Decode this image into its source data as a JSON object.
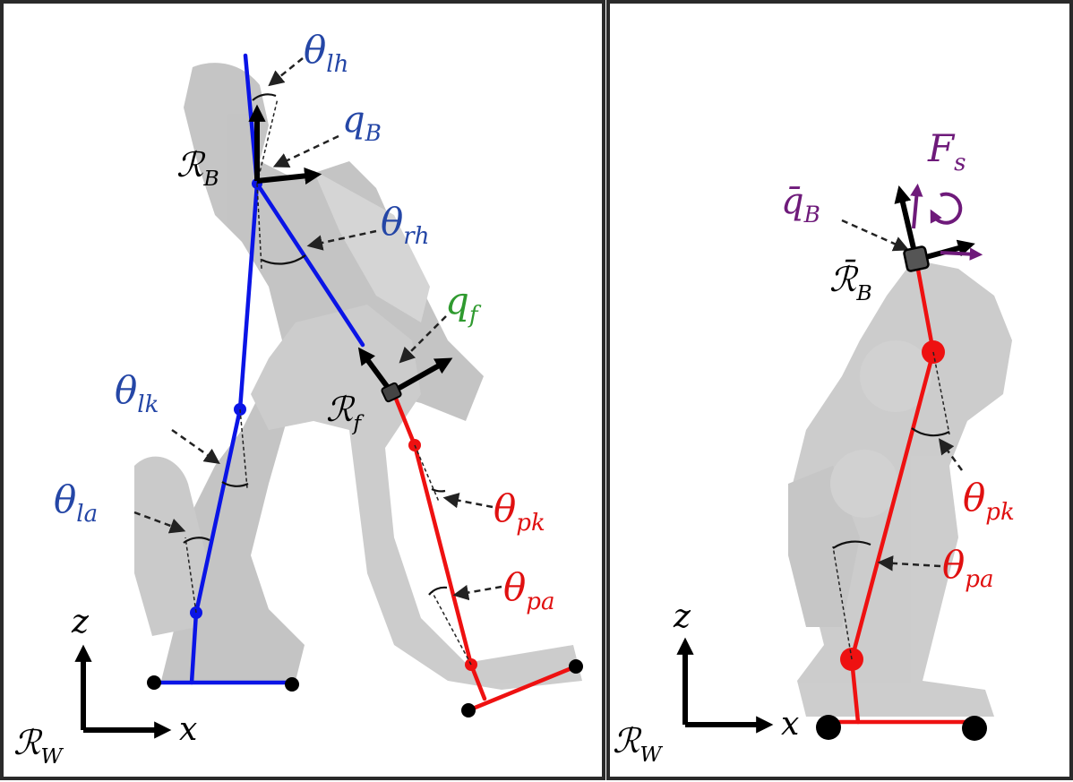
{
  "colors": {
    "human_leg": "#0a14e6",
    "prosthesis_leg": "#ee1111",
    "label_blue": "#2446a6",
    "label_red": "#e01010",
    "label_green": "#2f9a2f",
    "label_purple": "#6e1a7a",
    "frame_black": "#000000",
    "panel_border": "#2a2a2a"
  },
  "left_panel": {
    "labels": {
      "theta_lh": {
        "base": "θ",
        "sub": "lh"
      },
      "q_b": {
        "base": "q",
        "sub": "B"
      },
      "r_b": {
        "base": "ℛ",
        "sub": "B"
      },
      "theta_rh": {
        "base": "θ",
        "sub": "rh"
      },
      "q_f": {
        "base": "q",
        "sub": "f"
      },
      "r_f": {
        "base": "ℛ",
        "sub": "f"
      },
      "theta_lk": {
        "base": "θ",
        "sub": "lk"
      },
      "theta_la": {
        "base": "θ",
        "sub": "la"
      },
      "theta_pk": {
        "base": "θ",
        "sub": "pk"
      },
      "theta_pa": {
        "base": "θ",
        "sub": "pa"
      },
      "axis_z": "z",
      "axis_x": "x",
      "r_w": {
        "base": "ℛ",
        "sub": "W"
      }
    }
  },
  "right_panel": {
    "labels": {
      "f_s": {
        "base": "F",
        "sub": "s"
      },
      "qbar_b": {
        "base": "q̄",
        "sub": "B"
      },
      "rbar_b": {
        "base": "ℛ̄",
        "sub": "B"
      },
      "theta_pk": {
        "base": "θ",
        "sub": "pk"
      },
      "theta_pa": {
        "base": "θ",
        "sub": "pa"
      },
      "axis_z": "z",
      "axis_x": "x",
      "r_w": {
        "base": "ℛ",
        "sub": "W"
      }
    }
  }
}
